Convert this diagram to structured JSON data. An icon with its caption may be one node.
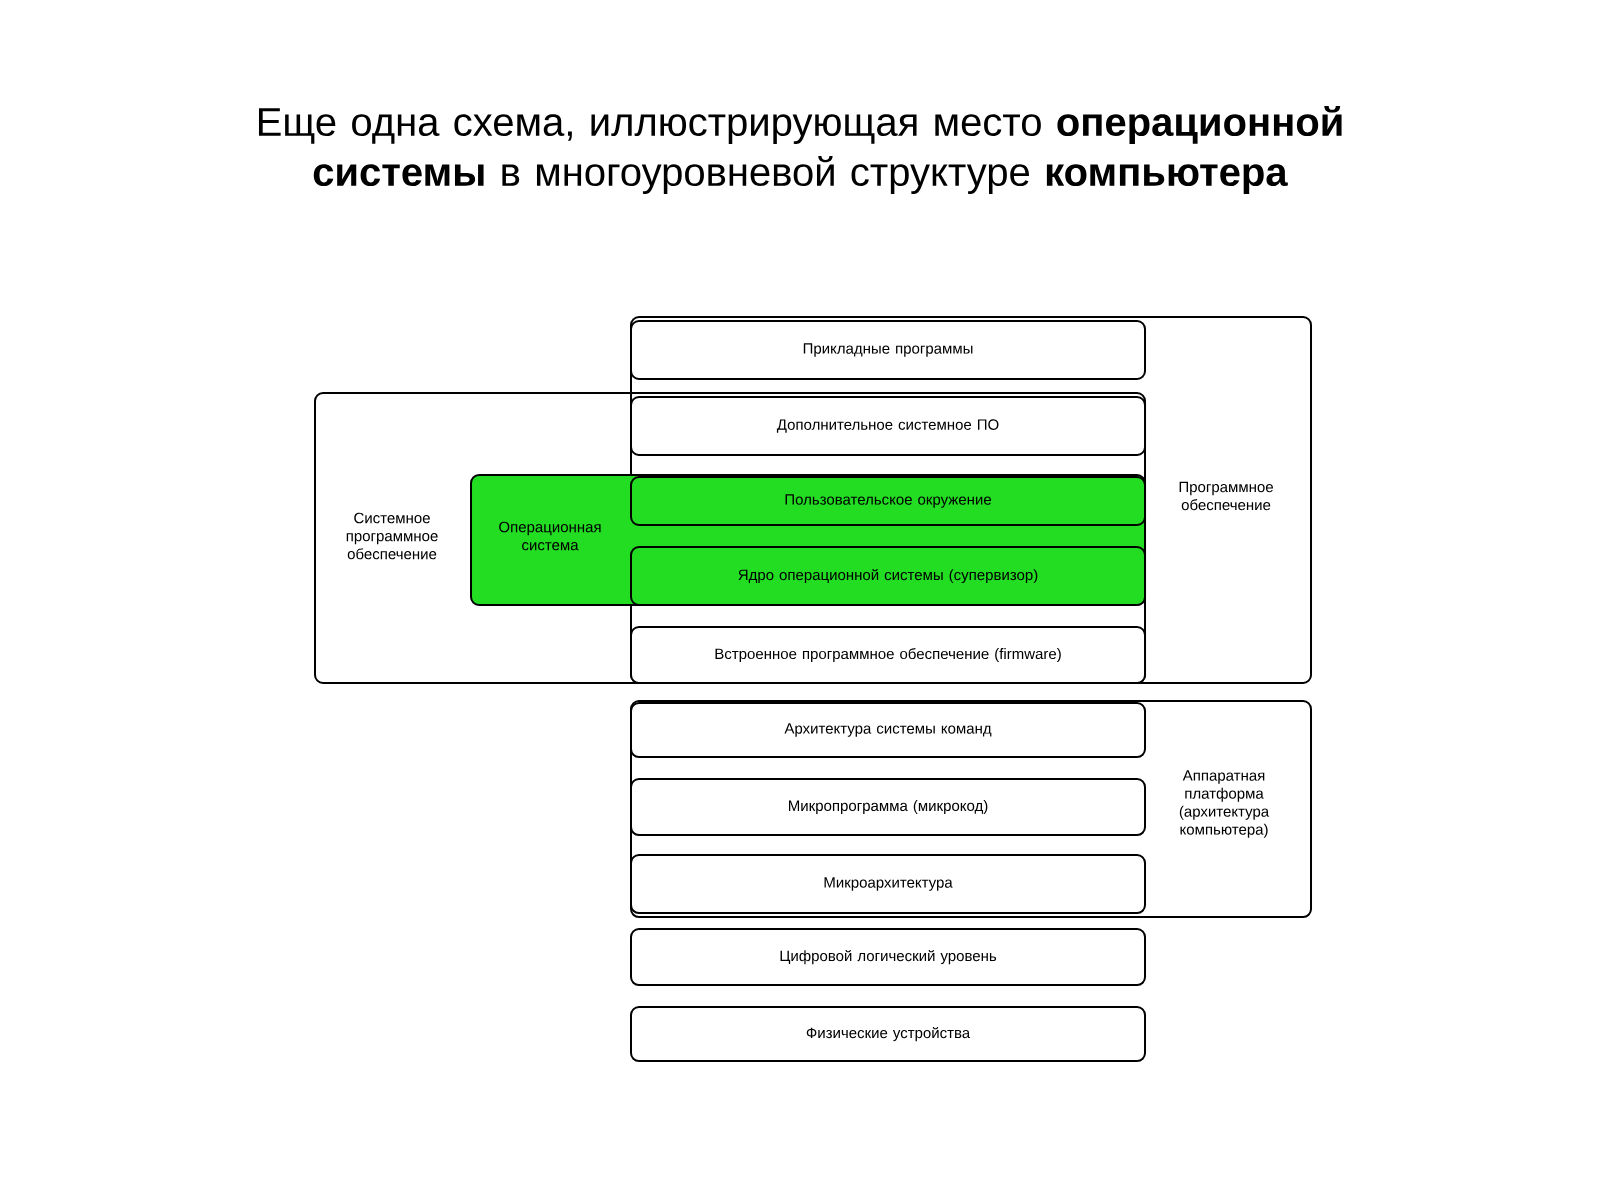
{
  "diagram": {
    "title": "Еще одна схема, иллюстрирующая место **операционной системы** в многоуровневой структуре **компьютера**",
    "nodes": [
      {
        "text": [
          "Программное обеспечение"
        ]
      },
      {
        "text": [
          "Прикладные программы"
        ],
        "in": 0
      },
      {
        "text": [
          "Системное программное обеспечение"
        ]
      },
      {
        "text": [
          "Дополнительное системное ПО"
        ]
      },
      {
        "text": [
          "Операционная система"
        ],
        "in": 2
      },
      {
        "text": [
          "Пользовательское окружение"
        ]
      },
      {
        "text": [
          "Ядро операционной системы (супервизор)"
        ]
      },
      {
        "text": [
          "Встроенное программное обеспечение (firmware)"
        ]
      },
      {
        "text": [
          "Аппаратная платформа (архитектура компьютера)"
        ]
      },
      {
        "text": [
          "Архитектура системы команд"
        ],
        "in": 8
      },
      {
        "text": [
          "Микропрограмма (микрокод)"
        ],
        "in": 8
      },
      {
        "text": [
          "Микроархитектура"
        ],
        "in": 8
      },
      {
        "text": [
          "Цифровой логический уровень"
        ]
      },
      {
        "text": [
          "Физические устройства"
        ]
      }
    ]
  }
}
